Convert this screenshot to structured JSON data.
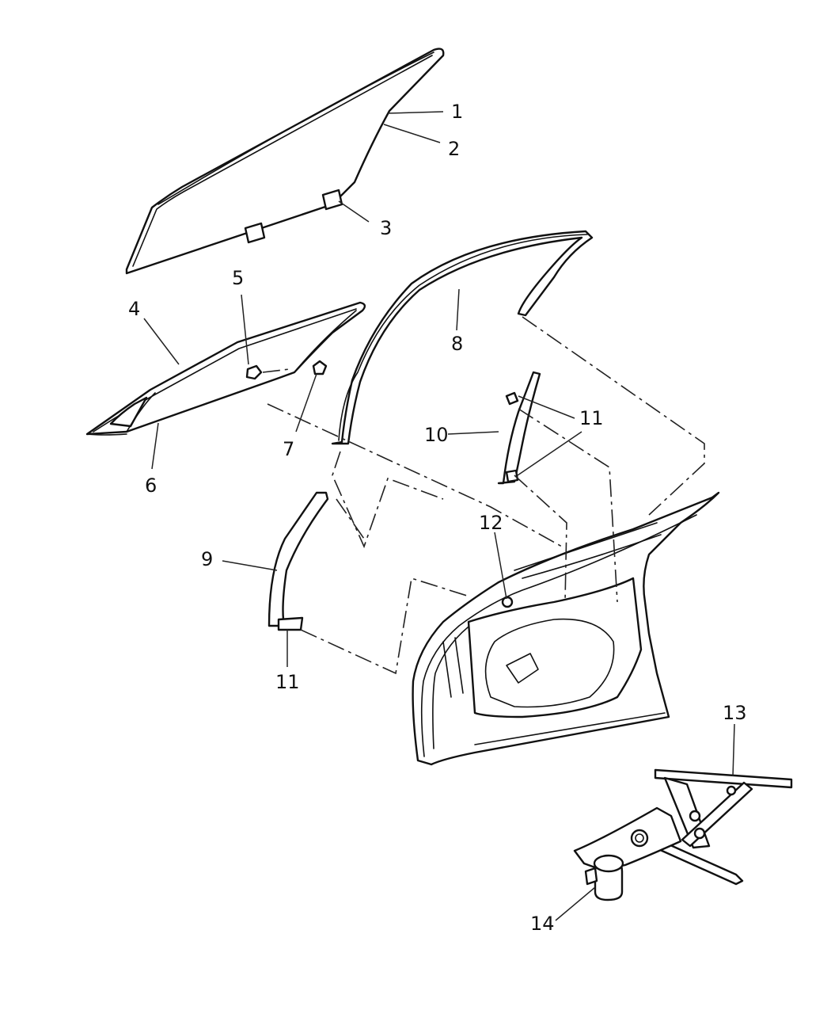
{
  "callouts": {
    "c1": "1",
    "c2": "2",
    "c3": "3",
    "c4": "4",
    "c5": "5",
    "c6": "6",
    "c7": "7",
    "c8": "8",
    "c9": "9",
    "c10": "10",
    "c11a": "11",
    "c11b": "11",
    "c12": "12",
    "c13": "13",
    "c14": "14"
  }
}
